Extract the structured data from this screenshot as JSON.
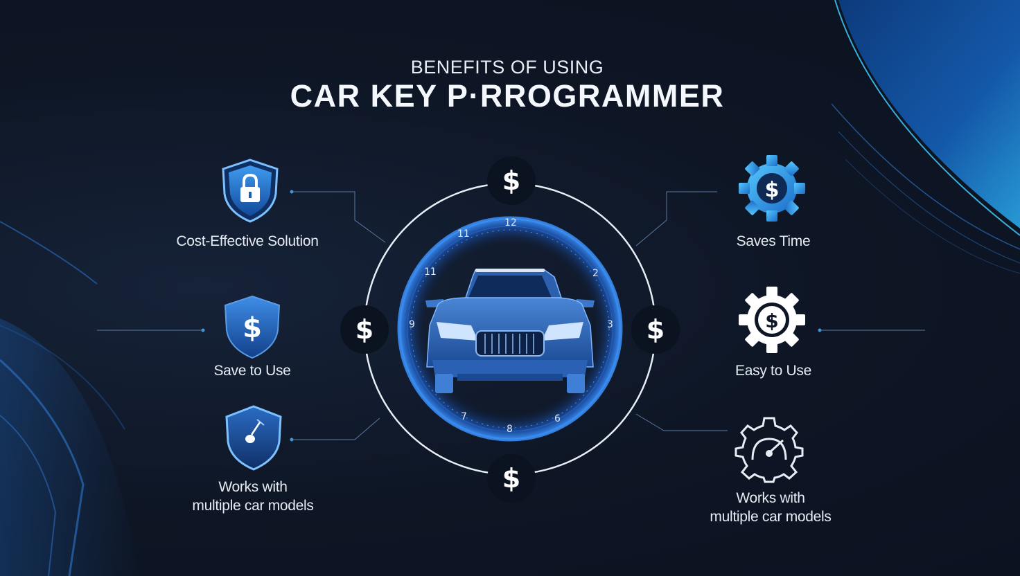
{
  "title": {
    "subtitle": "BENEFITS OF USING",
    "main": "CAR KEY P·RROGRAMMER"
  },
  "benefits_left": [
    {
      "label": "Cost-Effective Solution",
      "icon": "shield-lock-icon"
    },
    {
      "label": "Save to Use",
      "icon": "shield-dollar-icon"
    },
    {
      "label_line1": "Works with",
      "label_line2": "multiple  car models",
      "icon": "shield-key-icon"
    }
  ],
  "benefits_right": [
    {
      "label": "Saves Time",
      "icon": "gear-dollar-icon"
    },
    {
      "label": "Easy to Use",
      "icon": "gear-dollar-white-icon"
    },
    {
      "label_line1": "Works with",
      "label_line2": "multiple car models",
      "icon": "gear-gauge-icon"
    }
  ],
  "center": {
    "dollar_symbol": "$",
    "clock_numbers": [
      "12",
      "11",
      "2",
      "11",
      "9",
      "3",
      "7",
      "8",
      "6"
    ],
    "car_icon": "car-front-icon"
  },
  "colors": {
    "background": "#0f1726",
    "accent_blue": "#1f6fd1",
    "light_blue": "#4fb3ff",
    "text": "#e6ebf3"
  }
}
